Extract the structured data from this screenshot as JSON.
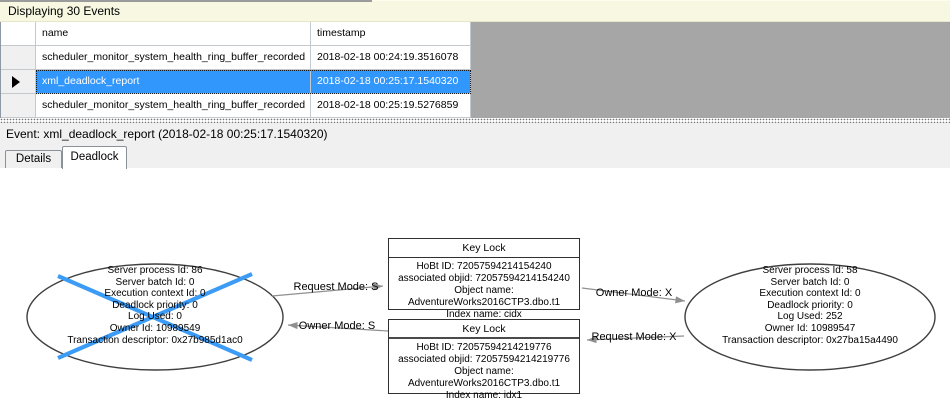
{
  "header": {
    "title": "Displaying 30 Events"
  },
  "grid": {
    "columns": {
      "name": "name",
      "timestamp": "timestamp"
    },
    "rows": [
      {
        "name": "scheduler_monitor_system_health_ring_buffer_recorded",
        "timestamp": "2018-02-18 00:24:19.3516078",
        "selected": false
      },
      {
        "name": "xml_deadlock_report",
        "timestamp": "2018-02-18 00:25:17.1540320",
        "selected": true
      },
      {
        "name": "scheduler_monitor_system_health_ring_buffer_recorded",
        "timestamp": "2018-02-18 00:25:19.5276859",
        "selected": false
      }
    ]
  },
  "event_bar": {
    "text": "Event: xml_deadlock_report (2018-02-18 00:25:17.1540320)"
  },
  "tabs": [
    {
      "label": "Details",
      "active": false
    },
    {
      "label": "Deadlock",
      "active": true
    }
  ],
  "graph": {
    "left_process": {
      "victim": true,
      "lines": [
        "Server process Id: 86",
        "Server batch Id: 0",
        "Execution context Id: 0",
        "Deadlock priority: 0",
        "Log Used: 0",
        "Owner Id: 10989549",
        "Transaction descriptor: 0x27b985d1ac0"
      ]
    },
    "right_process": {
      "victim": false,
      "lines": [
        "Server process Id: 58",
        "Server batch Id: 0",
        "Execution context Id: 0",
        "Deadlock priority: 0",
        "Log Used: 252",
        "Owner Id: 10989547",
        "Transaction descriptor: 0x27ba15a4490"
      ]
    },
    "locks": [
      {
        "title": "Key Lock",
        "lines": [
          "HoBt ID: 72057594214154240",
          "associated objid: 72057594214154240",
          "Object name: AdventureWorks2016CTP3.dbo.t1",
          "Index name: cidx"
        ]
      },
      {
        "title": "Key Lock",
        "lines": [
          "HoBt ID: 72057594214219776",
          "associated objid: 72057594214219776",
          "Object name: AdventureWorks2016CTP3.dbo.t1",
          "Index name: idx1"
        ]
      }
    ],
    "edges": [
      {
        "label": "Request Mode: S"
      },
      {
        "label": "Owner Mode: S"
      },
      {
        "label": "Owner Mode: X"
      },
      {
        "label": "Request Mode: X"
      }
    ]
  },
  "colors": {
    "selection_blue": "#3297fd",
    "victim_cross_blue": "#3b9bf5",
    "backdrop_gray": "#a6a6a6",
    "events_bar_yellow": "#f7f7e2",
    "chrome_gray": "#f0f0f0",
    "edge_gray": "#8f8f8f"
  }
}
